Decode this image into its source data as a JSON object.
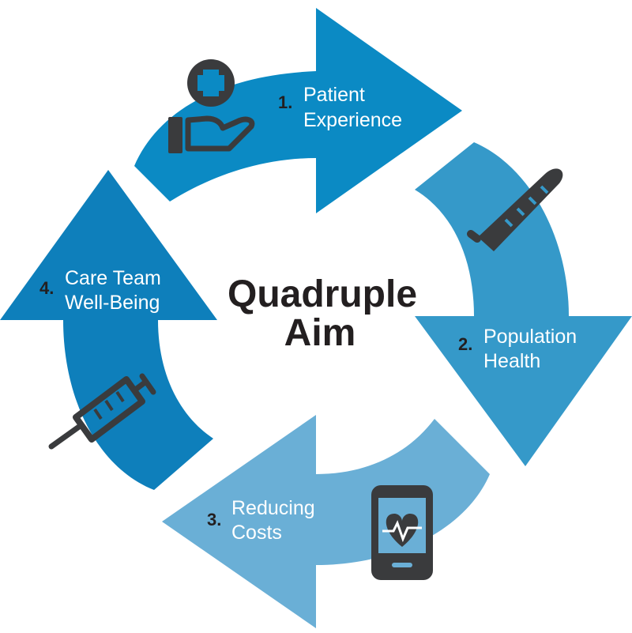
{
  "center": {
    "line1": "Quadruple",
    "line2": "Aim"
  },
  "steps": [
    {
      "number": "1.",
      "line1": "Patient",
      "line2": "Experience",
      "icon": "hand-with-medical-cross-icon"
    },
    {
      "number": "2.",
      "line1": "Population",
      "line2": "Health",
      "icon": "thermometer-icon"
    },
    {
      "number": "3.",
      "line1": "Reducing",
      "line2": "Costs",
      "icon": "phone-heart-monitor-icon"
    },
    {
      "number": "4.",
      "line1": "Care Team",
      "line2": "Well-Being",
      "icon": "syringe-icon"
    }
  ],
  "colors": {
    "arrow_patient_experience": "#0b8ac4",
    "arrow_population_health": "#3599c9",
    "arrow_reducing_costs": "#6aafd6",
    "arrow_care_team": "#0e7fbb",
    "icon_dark": "#3a3b3d",
    "text_dark": "#231f20",
    "text_light": "#ffffff"
  }
}
